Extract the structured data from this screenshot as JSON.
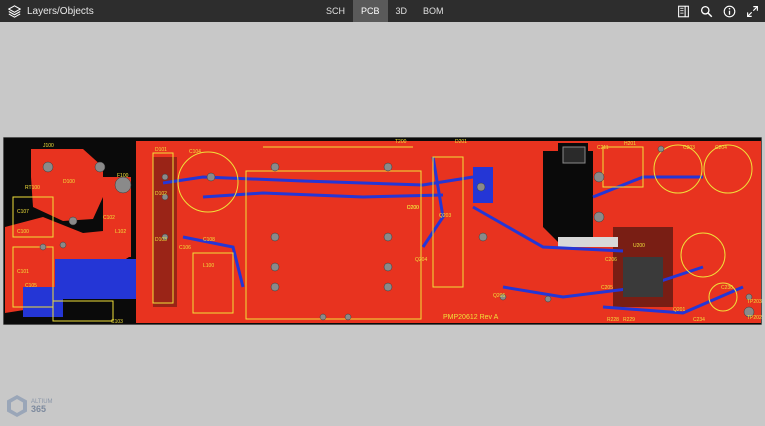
{
  "topbar": {
    "panel_title": "Layers/Objects",
    "tabs": [
      {
        "label": "SCH",
        "active": false
      },
      {
        "label": "PCB",
        "active": true
      },
      {
        "label": "3D",
        "active": false
      },
      {
        "label": "BOM",
        "active": false
      }
    ],
    "tools": [
      "panel-toggle-icon",
      "search-icon",
      "info-icon",
      "fullscreen-icon"
    ]
  },
  "board": {
    "revision_label": "PMP20612 Rev A",
    "designators": [
      "J100",
      "RT100",
      "D100",
      "F100",
      "C107",
      "C102",
      "C100",
      "L102",
      "C101",
      "C105",
      "C103",
      "D101",
      "D102",
      "D103",
      "C104",
      "C106",
      "C108",
      "L100",
      "T200",
      "D200",
      "D201",
      "C211",
      "H201",
      "C203",
      "C204",
      "C200",
      "Q203",
      "Q204",
      "Q205",
      "C205",
      "C206",
      "C230",
      "Q201",
      "C234",
      "TP203",
      "TP202",
      "R228",
      "R229",
      "U200"
    ],
    "colors": {
      "copper": "#e8331f",
      "bottom": "#2436d6",
      "silk": "#f0e03a",
      "pad": "#8a8a8a",
      "board_bg": "#0a0a0a"
    }
  },
  "branding": {
    "line1": "ALTIUM",
    "line2": "365"
  }
}
